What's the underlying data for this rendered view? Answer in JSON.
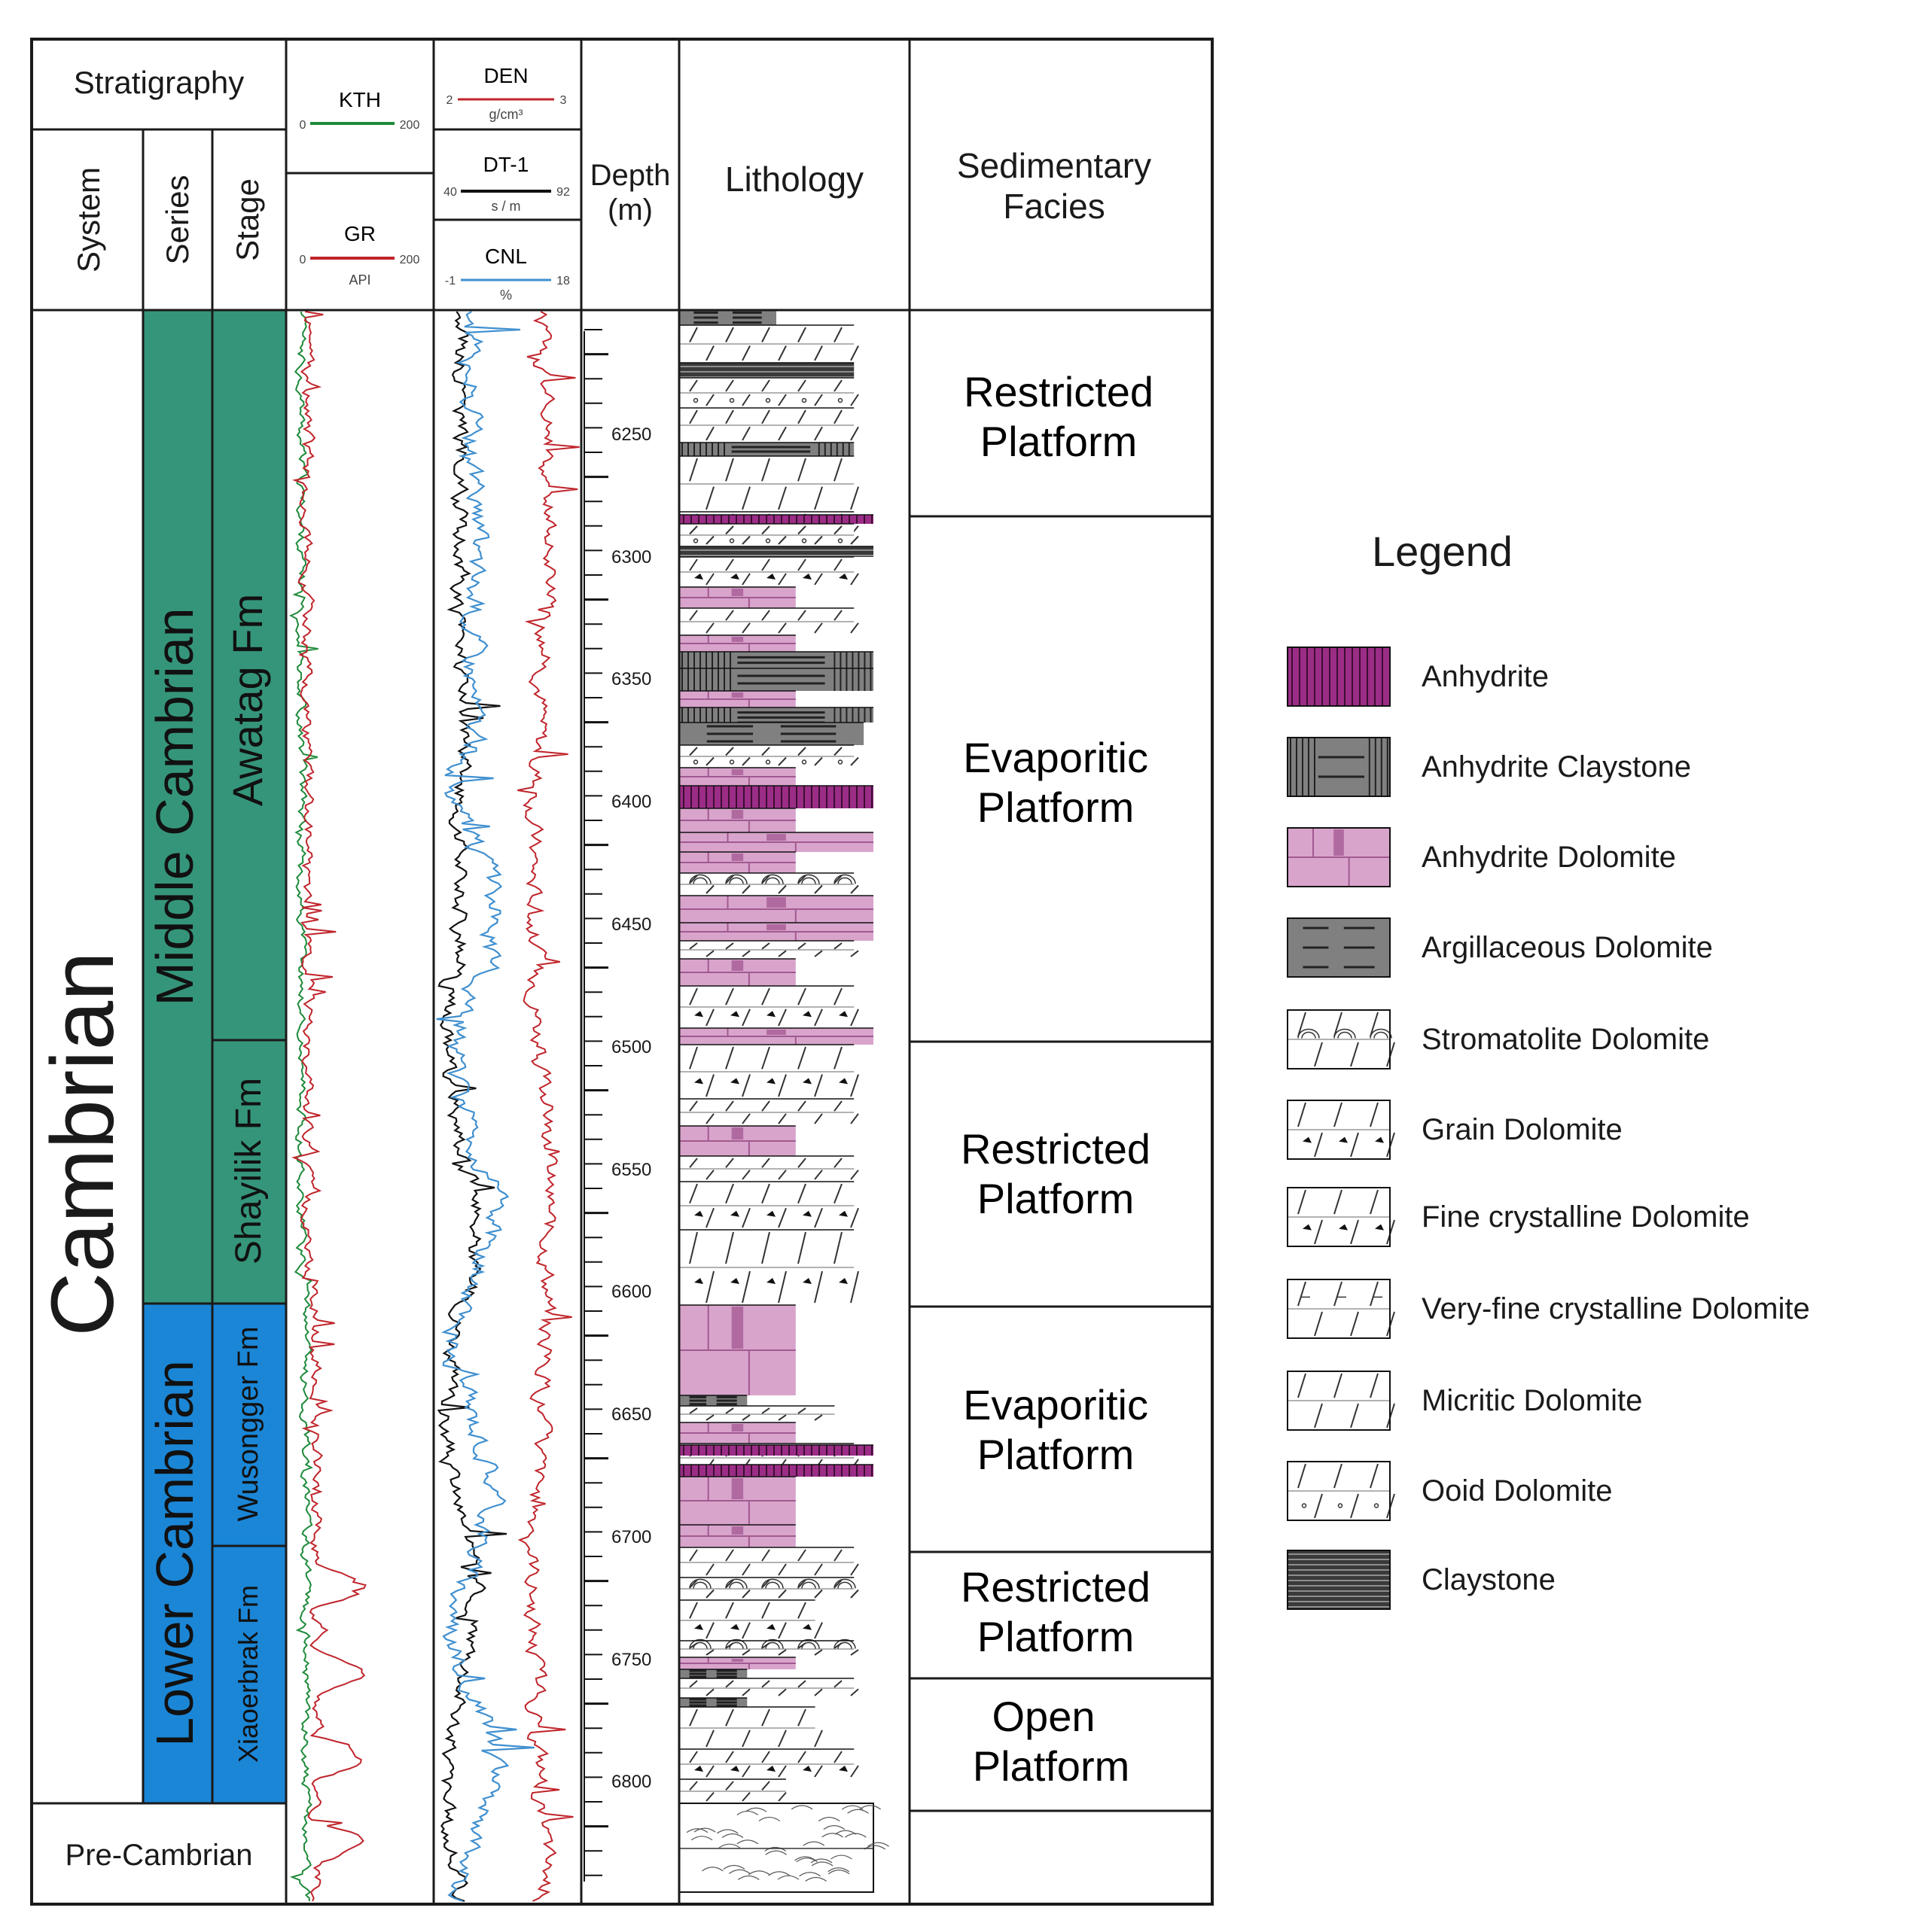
{
  "header": {
    "stratigraphy": "Stratigraphy",
    "system": "System",
    "series": "Series",
    "stage": "Stage",
    "depth": "Depth",
    "depth_unit": "(m)",
    "lithology": "Lithology",
    "facies_line1": "Sedimentary",
    "facies_line2": "Facies"
  },
  "curves": {
    "kth": {
      "name": "KTH",
      "min": "0",
      "max": "200",
      "unit": "",
      "color": "#1e8a3a"
    },
    "gr": {
      "name": "GR",
      "min": "0",
      "max": "200",
      "unit": "API",
      "color": "#c0242b"
    },
    "den": {
      "name": "DEN",
      "min": "2",
      "max": "3",
      "unit": "g/cm³",
      "color": "#c0242b"
    },
    "dt": {
      "name": "DT-1",
      "min": "40",
      "max": "92",
      "unit": "s / m",
      "color": "#111111"
    },
    "cnl": {
      "name": "CNL",
      "min": "-1",
      "max": "18",
      "unit": "%",
      "color": "#3f8fcf"
    }
  },
  "stratigraphy": {
    "system": "Cambrian",
    "precambrian": "Pre-Cambrian",
    "series": [
      {
        "name": "Middle Cambrian",
        "color": "#35957a"
      },
      {
        "name": "Lower Cambrian",
        "color": "#1b86d6"
      }
    ],
    "stages": [
      {
        "name": "Awatag Fm"
      },
      {
        "name": "Shayilik Fm"
      },
      {
        "name": "Wusongger Fm"
      },
      {
        "name": "Xiaoerbrak Fm"
      }
    ]
  },
  "depth_ticks": [
    "6250",
    "6300",
    "6350",
    "6400",
    "6450",
    "6500",
    "6550",
    "6600",
    "6650",
    "6700",
    "6750",
    "6800"
  ],
  "facies": [
    {
      "line1": "Restricted",
      "line2": "Platform"
    },
    {
      "line1": "Evaporitic",
      "line2": "Platform"
    },
    {
      "line1": "Restricted",
      "line2": "Platform"
    },
    {
      "line1": "Evaporitic",
      "line2": "Platform"
    },
    {
      "line1": "Restricted",
      "line2": "Platform"
    },
    {
      "line1": "Open",
      "line2": "Platform"
    }
  ],
  "legend": {
    "title": "Legend",
    "items": [
      {
        "label": "Anhydrite",
        "pattern": "anhydrite"
      },
      {
        "label": "Anhydrite Claystone",
        "pattern": "anh-clay"
      },
      {
        "label": "Anhydrite Dolomite",
        "pattern": "anh-dolo"
      },
      {
        "label": "Argillaceous Dolomite",
        "pattern": "arg-dolo"
      },
      {
        "label": "Stromatolite Dolomite",
        "pattern": "strom"
      },
      {
        "label": "Grain Dolomite",
        "pattern": "grain"
      },
      {
        "label": "Fine crystalline Dolomite",
        "pattern": "fine"
      },
      {
        "label": "Very-fine crystalline Dolomite",
        "pattern": "vfine"
      },
      {
        "label": "Micritic Dolomite",
        "pattern": "micritic"
      },
      {
        "label": "Ooid Dolomite",
        "pattern": "ooid"
      },
      {
        "label": "Claystone",
        "pattern": "claystone"
      }
    ]
  },
  "colors": {
    "anhydrite": "#9b2d86",
    "anhydrite_dolomite": "#d9a4cc",
    "argillaceous": "#808080",
    "claystone": "#3a3a3a"
  }
}
